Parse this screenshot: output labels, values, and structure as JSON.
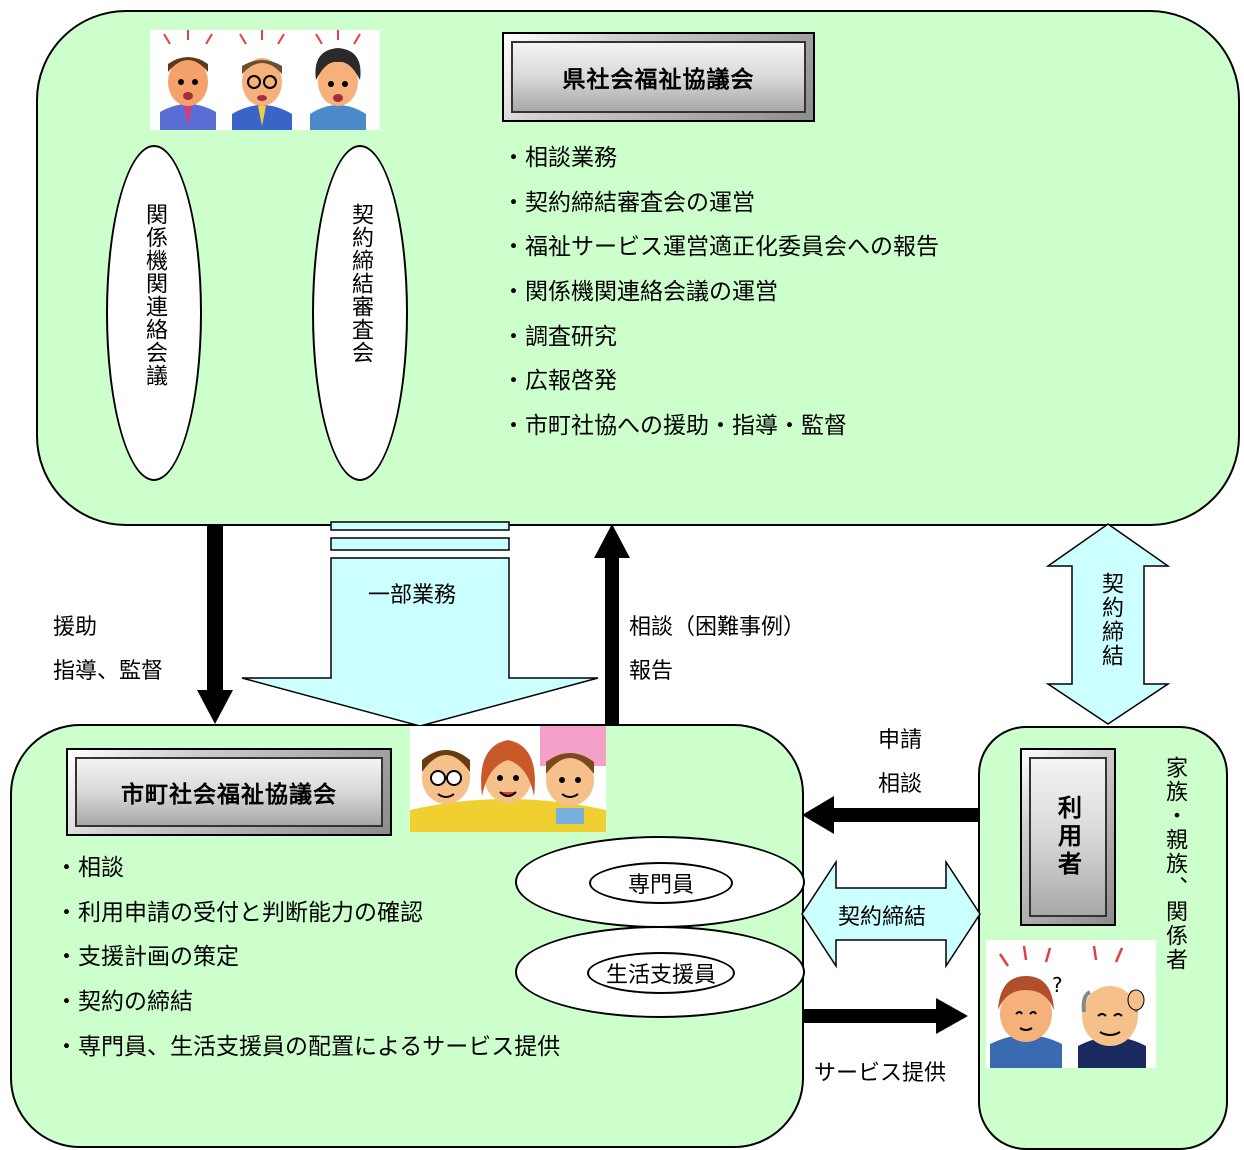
{
  "colors": {
    "panel": "#ccffcc",
    "arrow_fill": "#ccffff",
    "arrow_dark": "#000000"
  },
  "prefecture": {
    "title": "県社会福祉協議会",
    "items": [
      "・相談業務",
      "・契約締結審査会の運営",
      "・福祉サービス運営適正化委員会への報告",
      "・関係機関連絡会議の運営",
      "・調査研究",
      "・広報啓発",
      "・市町社協への援助・指導・監督"
    ],
    "ovals": [
      "関係機関連絡会議",
      "契約締結審査会"
    ]
  },
  "municipal": {
    "title": "市町社会福祉協議会",
    "items": [
      "・相談",
      "・利用申請の受付と判断能力の確認",
      "・支援計画の策定",
      "・契約の締結",
      "・専門員、生活支援員の配置によるサービス提供"
    ],
    "staff": [
      "専門員",
      "生活支援員"
    ]
  },
  "user": {
    "title": "利用者",
    "family": "家族・親族、関係者"
  },
  "arrows": {
    "support_line1": "援助",
    "support_line2": "指導、監督",
    "partial_work": "一部業務",
    "consult_line1": "相談（困難事例）",
    "consult_line2": "報告",
    "contract_vertical": "契約締結",
    "apply_line1": "申請",
    "apply_line2": "相談",
    "contract_horizontal": "契約締結",
    "service": "サービス提供"
  },
  "icons": {
    "prefecture_people": "three-surprised-people-icon",
    "municipal_people": "three-smiling-staff-icon",
    "user_people": "two-confused-elderly-icon"
  }
}
